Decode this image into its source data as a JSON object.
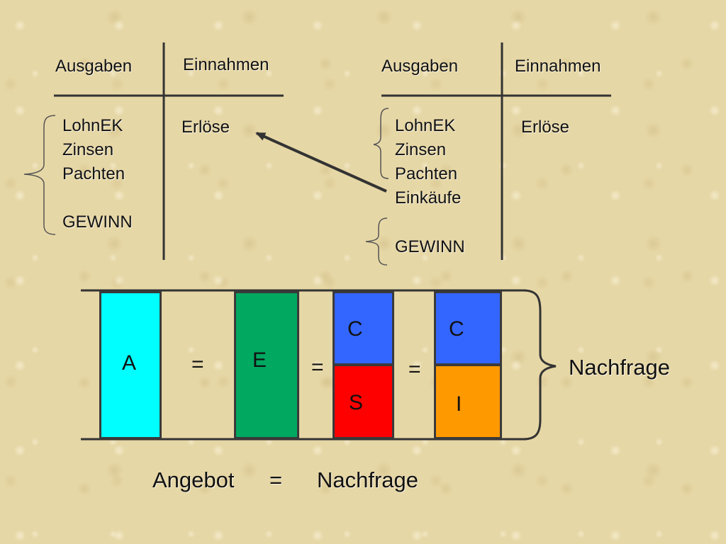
{
  "left_table": {
    "col_left": "Ausgaben",
    "col_right": "Einnahmen",
    "items": [
      "LohnEK",
      "Zinsen",
      "Pachten"
    ],
    "profit": "GEWINN",
    "revenue": "Erlöse"
  },
  "right_table": {
    "col_left": "Ausgaben",
    "col_right": "Einnahmen",
    "items": [
      "LohnEK",
      "Zinsen",
      "Pachten",
      "Einkäufe"
    ],
    "profit": "GEWINN",
    "revenue": "Erlöse"
  },
  "equation_row": {
    "blocks": [
      {
        "label": "A",
        "color": "#00ffff"
      },
      {
        "label": "E",
        "color": "#00a860"
      },
      {
        "top": "C",
        "bottom": "S",
        "top_color": "#3366ff",
        "bottom_color": "#ff0000"
      },
      {
        "top": "C",
        "bottom": "I",
        "top_color": "#3366ff",
        "bottom_color": "#ff9900"
      }
    ],
    "equals": [
      "=",
      "=",
      "="
    ],
    "brace_label": "Nachfrage"
  },
  "bottom_line": {
    "left": "Angebot",
    "eq": "=",
    "right": "Nachfrage"
  }
}
